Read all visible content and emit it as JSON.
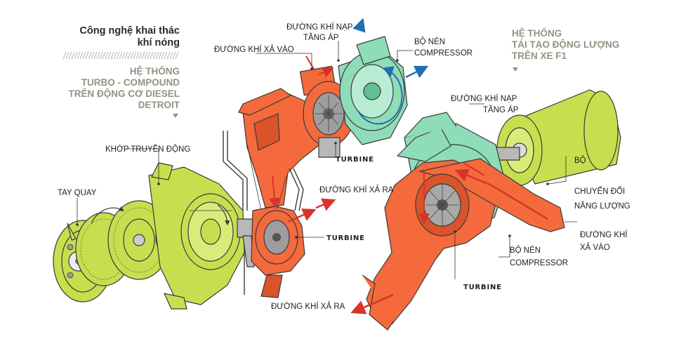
{
  "left_panel": {
    "title_line1": "Công nghệ khai thác",
    "title_line2": "khí nóng",
    "subtitle_line1": "HỆ THỐNG",
    "subtitle_line2": "TURBO - COMPOUND",
    "subtitle_line3": "TRÊN ĐỘNG CƠ DIESEL",
    "subtitle_line4": "DETROIT"
  },
  "right_panel": {
    "title_line1": "HỆ THỐNG",
    "title_line2": "TÁI TẠO ĐỘNG LƯỢNG",
    "title_line3": "TRÊN XE F1"
  },
  "labels": {
    "intake_boost_top_l1": "ĐƯỜNG KHÍ NẠP",
    "intake_boost_top_l2": "TĂNG ÁP",
    "exhaust_in_left": "ĐƯỜNG KHÍ XẢ VÀO",
    "compressor_top_l1": "BỘ NÉN",
    "compressor_top_l2": "COMPRESSOR",
    "coupling": "KHỚP TRUYỀN ĐỘNG",
    "crank": "TAY QUAY",
    "turbine_left_upper": "TURBINE",
    "exhaust_out_left": "ĐƯỜNG KHÍ XẢ RA",
    "turbine_left_lower": "TURBINE",
    "exhaust_out_bottom": "ĐƯỜNG KHÍ XẢ RA",
    "intake_boost_right_l1": "ĐƯỜNG KHÍ NẠP",
    "intake_boost_right_l2": "TĂNG ÁP",
    "converter_l1": "BỘ",
    "converter_l2": "CHUYỂN ĐỔI",
    "converter_l3": "NĂNG LƯỢNG",
    "exhaust_in_right_l1": "ĐƯỜNG KHÍ",
    "exhaust_in_right_l2": "XẢ VÀO",
    "compressor_right_l1": "BỘ NÉN",
    "compressor_right_l2": "COMPRESSOR",
    "turbine_right": "TURBINE"
  },
  "colors": {
    "gear_green": "#c6df4f",
    "exhaust_orange": "#f46a3c",
    "compressor_teal": "#8fdcb8",
    "arrow_blue": "#1f6fb3",
    "arrow_red": "#d8342a",
    "label_grey": "#8d9684"
  }
}
